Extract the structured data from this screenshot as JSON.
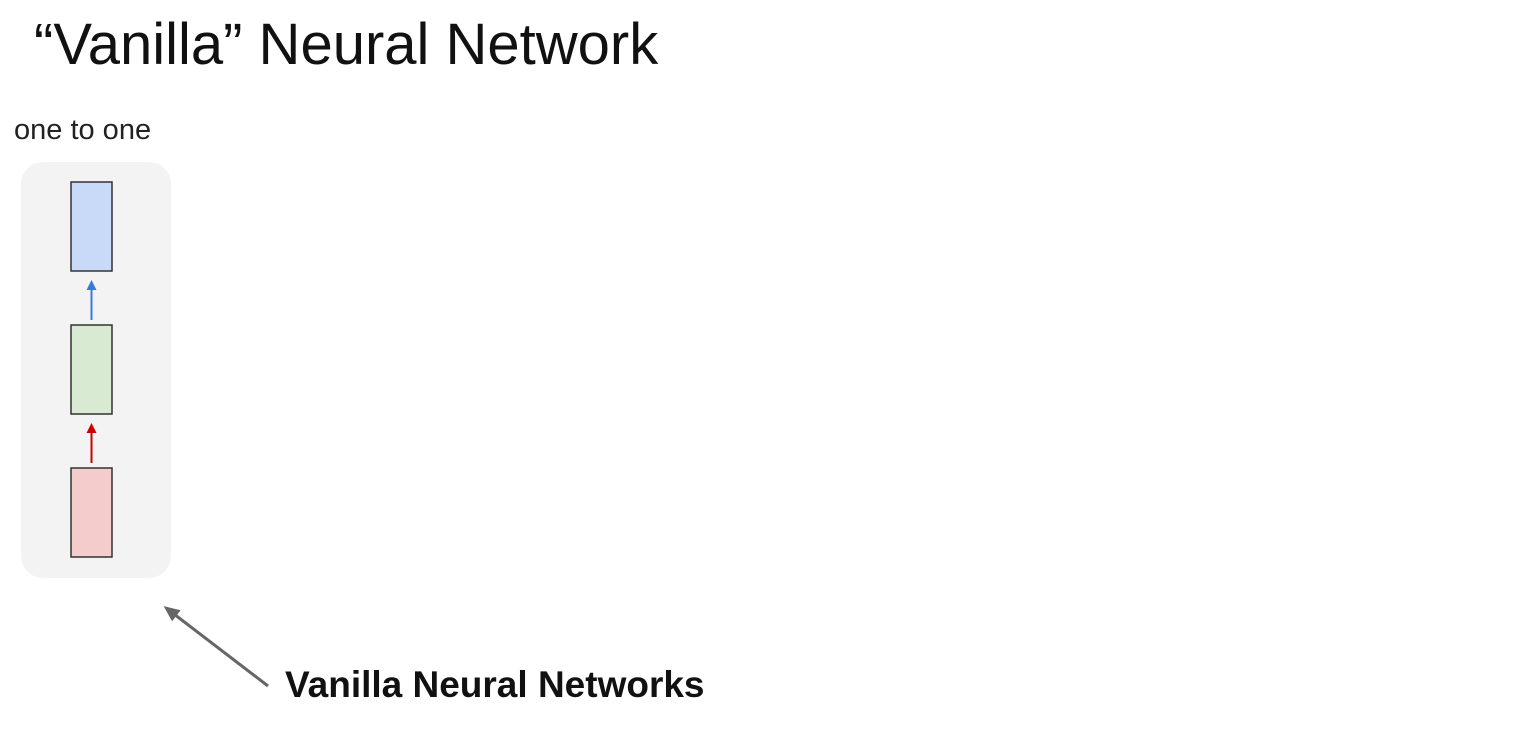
{
  "slide": {
    "title": "“Vanilla” Neural Network"
  },
  "diagram": {
    "panel_label": "one to one",
    "annotation": "Vanilla Neural Networks",
    "nodes": [
      {
        "id": "output",
        "fill": "#c9daf8",
        "stroke": "#333333"
      },
      {
        "id": "hidden",
        "fill": "#d9ead3",
        "stroke": "#333333"
      },
      {
        "id": "input",
        "fill": "#f4cccc",
        "stroke": "#333333"
      }
    ],
    "edges": [
      {
        "from": "input",
        "to": "hidden",
        "color": "#cc0000"
      },
      {
        "from": "hidden",
        "to": "output",
        "color": "#3c78d8"
      }
    ],
    "panel_background": "#f3f3f3",
    "pointer_arrow_color": "#666666"
  }
}
